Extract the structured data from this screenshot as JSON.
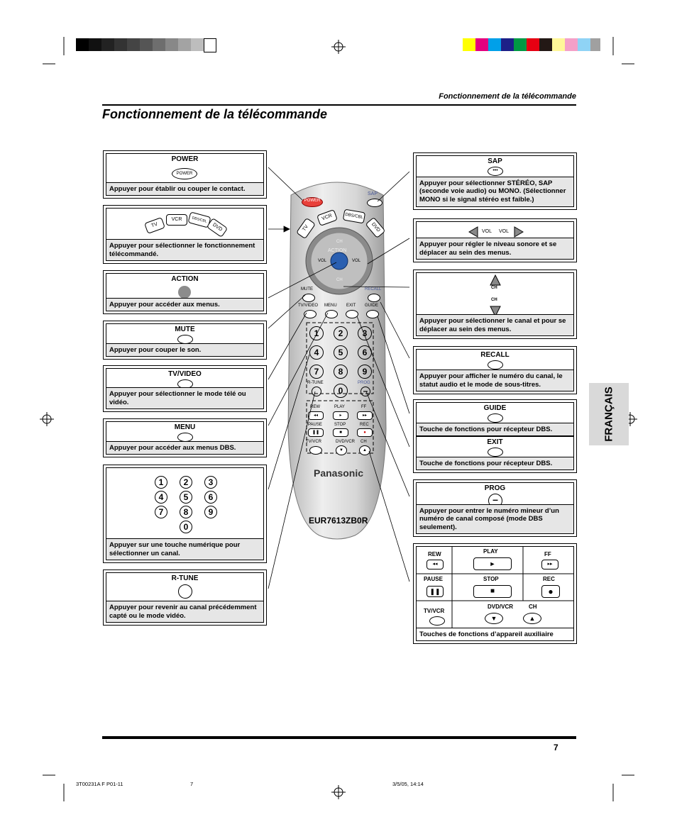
{
  "header": {
    "section_title": "Fonctionnement de la télécommande",
    "page_title": "Fonctionnement de la télécommande"
  },
  "language_tab": "FRANÇAIS",
  "page_number": "7",
  "print_meta": {
    "code": "3T00231A F P01-11",
    "page": "7",
    "date": "3/5/05, 14:14"
  },
  "remote": {
    "model": "EUR7613ZB0R",
    "brand": "Panasonic",
    "keys": {
      "power": "POWER",
      "sap": "SAP",
      "tv": "TV",
      "vcr": "VCR",
      "dbs": "DBS/CBL",
      "dvd": "DVD",
      "ch": "CH",
      "action": "ACTION",
      "vol": "VOL",
      "mute": "MUTE",
      "recall": "RECALL",
      "tvvideo": "TV/VIDEO",
      "menu": "MENU",
      "exit": "EXIT",
      "guide": "GUIDE",
      "rtune": "R-TUNE",
      "prog": "PROG",
      "rew": "REW",
      "play": "PLAY",
      "ff": "FF",
      "pause": "PAUSE",
      "stop": "STOP",
      "rec": "REC",
      "tvvcr": "TV/VCR",
      "dvdvcr": "DVD/VCR"
    },
    "digits": [
      "1",
      "2",
      "3",
      "4",
      "5",
      "6",
      "7",
      "8",
      "9",
      "0"
    ]
  },
  "left_boxes": {
    "power": {
      "label": "POWER",
      "btn": "POWER",
      "desc": "Appuyer pour établir ou couper le contact."
    },
    "mode": {
      "tv": "TV",
      "vcr": "VCR",
      "dbs": "DBS/CBL",
      "dvd": "DVD",
      "desc": "Appuyer pour sélectionner le fonctionnement télécommandé."
    },
    "action": {
      "label": "ACTION",
      "desc": "Appuyer pour accéder aux menus."
    },
    "mute": {
      "label": "MUTE",
      "desc": "Appuyer pour couper le son."
    },
    "tvvideo": {
      "label": "TV/VIDEO",
      "desc": "Appuyer pour sélectionner le mode télé ou vidéo."
    },
    "menu": {
      "label": "MENU",
      "desc": "Appuyer pour accéder aux menus DBS."
    },
    "digits": {
      "desc": "Appuyer sur une touche numérique pour sélectionner un canal."
    },
    "rtune": {
      "label": "R-TUNE",
      "desc": "Appuyer pour revenir au canal précédemment capté ou le mode vidéo."
    }
  },
  "right_boxes": {
    "sap": {
      "label": "SAP",
      "desc": "Appuyer pour sélectionner STÉRÉO, SAP (seconde voie audio) ou MONO. (Sélectionner MONO si le signal stéréo est faible.)"
    },
    "vol": {
      "left": "VOL",
      "right": "VOL",
      "desc": "Appuyer pour régler le niveau sonore et se déplacer au sein des menus."
    },
    "ch": {
      "up": "CH",
      "down": "CH",
      "desc": "Appuyer pour sélectionner le canal et pour se déplacer au sein des menus."
    },
    "recall": {
      "label": "RECALL",
      "desc": "Appuyer pour afficher le numéro du canal, le statut audio et le mode de sous-titres."
    },
    "guide": {
      "label": "GUIDE",
      "desc": "Touche de fonctions pour récepteur DBS."
    },
    "exit": {
      "label": "EXIT",
      "desc": "Touche de fonctions pour récepteur DBS."
    },
    "prog": {
      "label": "PROG",
      "desc": "Appuyer pour entrer le numéro mineur d’un numéro de canal composé (mode DBS seulement)."
    },
    "aux": {
      "rew": "REW",
      "play": "PLAY",
      "ff": "FF",
      "pause": "PAUSE",
      "stop": "STOP",
      "rec": "REC",
      "tvvcr": "TV/VCR",
      "dvdvcr": "DVD/VCR",
      "ch": "CH",
      "desc": "Touches de fonctions d’appareil auxiliaire"
    }
  },
  "colors": {
    "gray_bar": [
      "#000000",
      "#111111",
      "#222222",
      "#333333",
      "#444444",
      "#555555",
      "#6e6e6e",
      "#888888",
      "#a3a3a3",
      "#bdbdbd",
      "#ffffff"
    ],
    "color_bar": [
      "#ffff00",
      "#e4007f",
      "#00a0e9",
      "#1d2088",
      "#009944",
      "#e60012",
      "#231815",
      "#fff799",
      "#f4a0c8",
      "#8fd3f5",
      "#a0a0a0"
    ],
    "remote_body": "#d8d8d8",
    "action_blue": "#2a5fb0"
  }
}
